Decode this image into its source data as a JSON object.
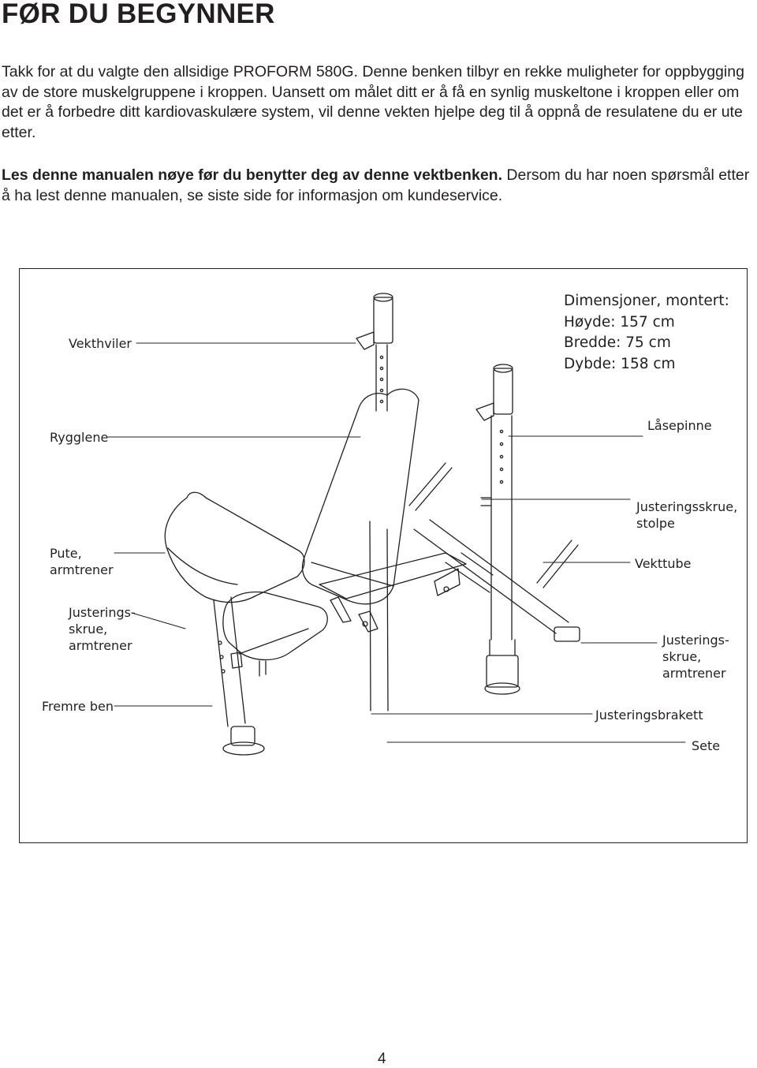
{
  "page": {
    "title": "FØR DU BEGYNNER",
    "intro": "Takk for at du valgte den allsidige PROFORM 580G. Denne benken tilbyr en rekke muligheter for oppbygging av de store muskelgruppene i kroppen. Uansett om målet ditt er å få en synlig muskel­tone i kroppen eller om det er å forbedre ditt kardiovaskulære system, vil denne vekten hjelpe deg til å oppnå de resulatene du er ute etter.",
    "notice_bold": "Les denne manualen nøye før du benytter deg av denne vektbenken.",
    "notice_rest": " Dersom du har noen spørsmål etter å ha lest denne manualen, se siste side for informasjon om kundeservice.",
    "page_number": "4"
  },
  "figure": {
    "dimensions": "Dimensjoner, montert:\nHøyde: 157 cm\nBredde: 75 cm\nDybde: 158 cm",
    "labels": {
      "vekthviler": "Vekthviler",
      "rygglene": "Rygglene",
      "pute": "Pute,\narmtrener",
      "justeringsskrue_armtrener_left": "Justerings-\nskrue,\narmtrener",
      "fremre_ben": "Fremre ben",
      "laasepinne": "Låsepinne",
      "justeringsskrue_stolpe": "Justeringsskrue,\nstolpe",
      "vekttube": "Vekttube",
      "justeringsskrue_armtrener_right": "Justerings-\nskrue,\narmtrener",
      "justeringsbrakett": "Justeringsbrakett",
      "sete": "Sete"
    }
  }
}
